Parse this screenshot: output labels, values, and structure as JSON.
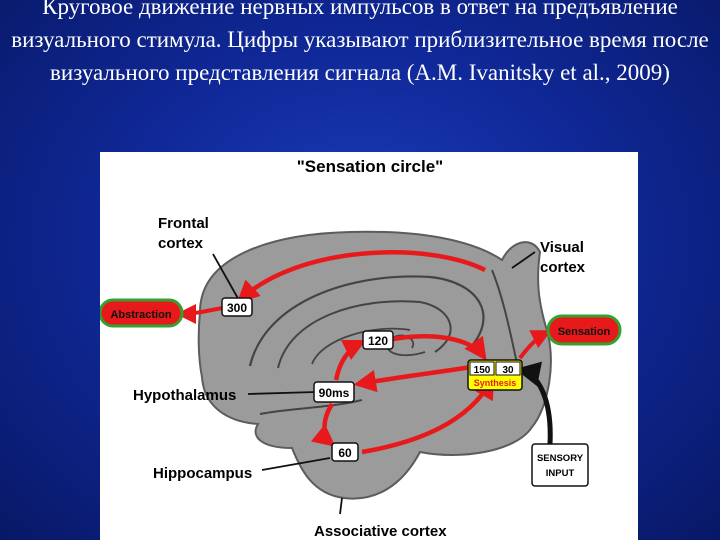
{
  "slide": {
    "title": "Круговое движение нервных импульсов в ответ на предъявление визуального стимула. Цифры указывают приблизительное время после визуального представления сигнала (А.М. Ivanitsky et al., 2009)"
  },
  "figure": {
    "heading": "\"Sensation circle\"",
    "labels": {
      "frontal_line1": "Frontal",
      "frontal_line2": "cortex",
      "visual_line1": "Visual",
      "visual_line2": "cortex",
      "hypothalamus": "Hypothalamus",
      "hippocampus": "Hippocampus",
      "associative": "Associative cortex",
      "sensory_line1": "SENSORY",
      "sensory_line2": "INPUT"
    },
    "pills": {
      "abstraction": "Abstraction",
      "sensation": "Sensation"
    },
    "times": {
      "t300": "300",
      "t120": "120",
      "t90": "90ms",
      "t60": "60",
      "t150": "150",
      "t30": "30"
    },
    "synthesis": "Synthesis",
    "colors": {
      "brain": "#9b9b9b",
      "arrow": "#e8191b",
      "pill": "#e8191b",
      "pill_border": "#33a12e",
      "synthesis": "#ffff00"
    }
  }
}
